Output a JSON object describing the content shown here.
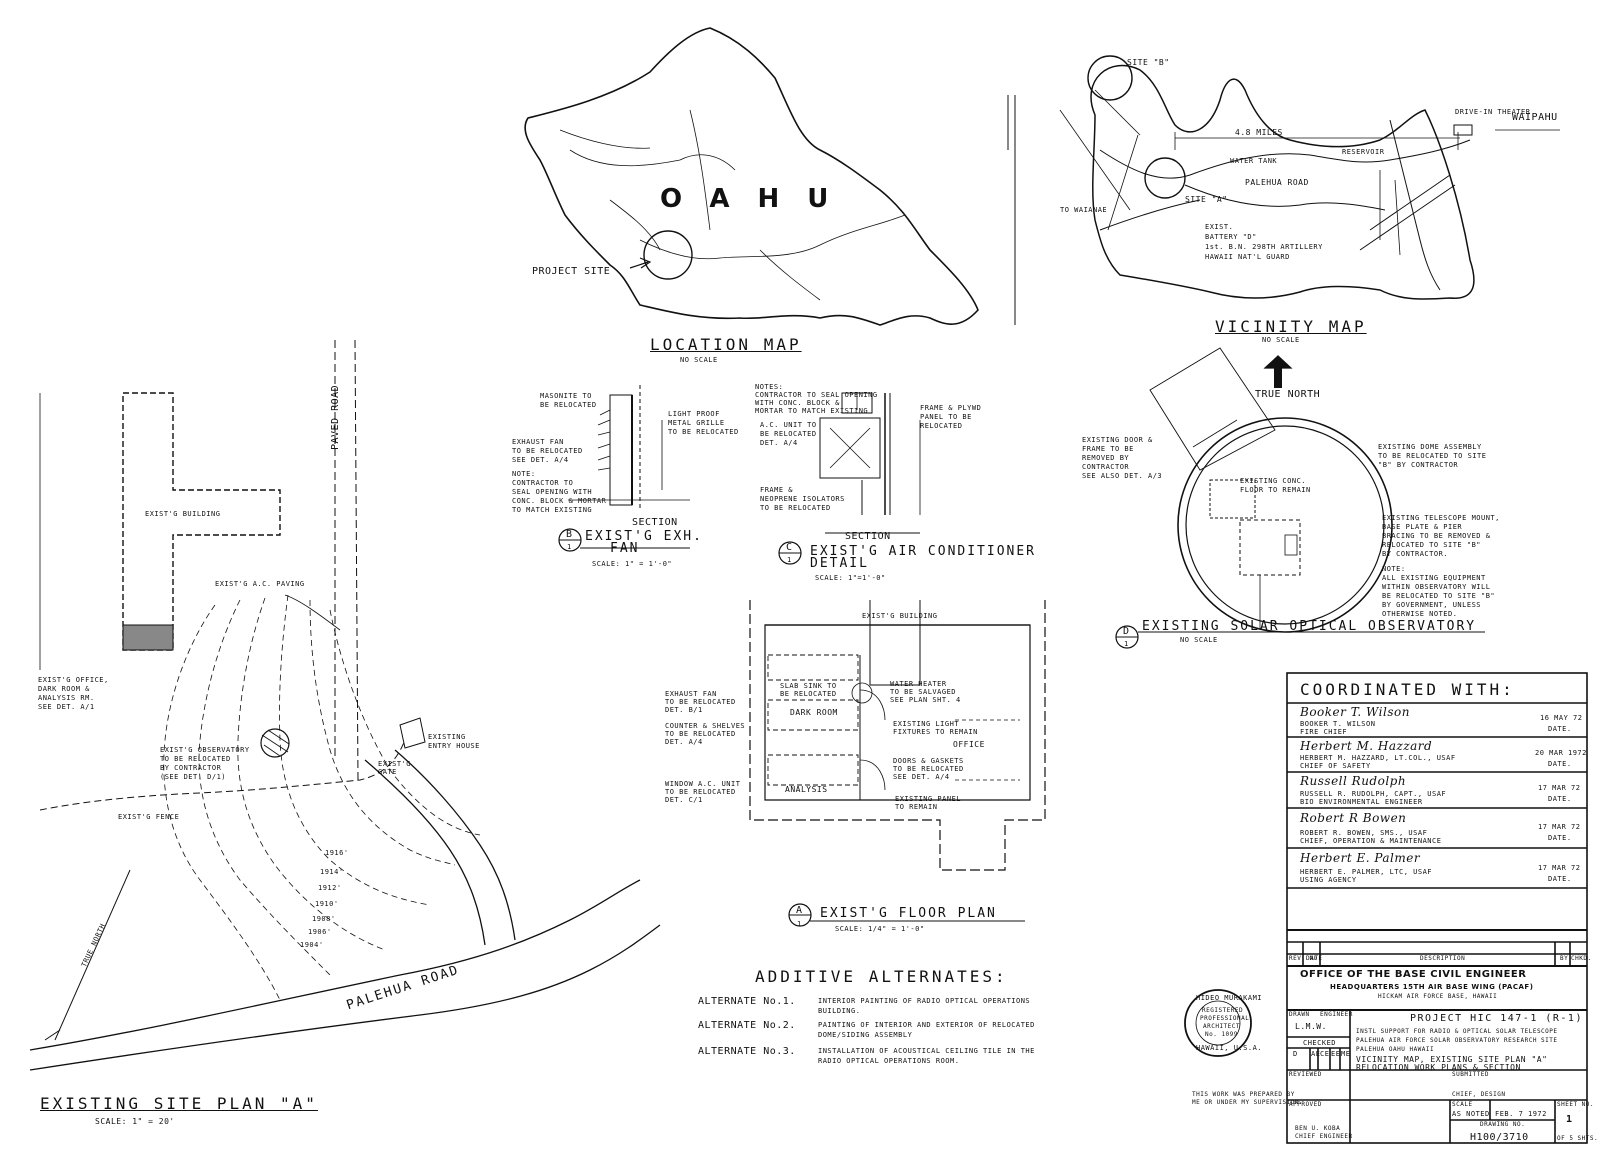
{
  "location_map": {
    "island": "OAHU",
    "title": "LOCATION MAP",
    "scale": "NO SCALE",
    "project_site": "PROJECT SITE"
  },
  "vicinity_map": {
    "title": "VICINITY MAP",
    "scale": "NO SCALE",
    "site_b_top": "SITE \"B\"",
    "site_b": "SITE \"B\"",
    "site_a": "SITE \"A\"",
    "distance": "4.8 MILES",
    "waipahu": "WAIPAHU",
    "palehua_road": "PALEHUA ROAD",
    "water_tank": "WATER TANK",
    "reservoir": "RESERVOIR",
    "drive_in": "DRIVE-IN THEATER",
    "to_waianae": "TO WAIANAE",
    "battery": [
      "EXIST.",
      "BATTERY \"D\"",
      "1st. B.N. 298TH ARTILLERY",
      "HAWAII NAT'L GUARD"
    ]
  },
  "north_arrow": "TRUE NORTH",
  "detail_b": {
    "notes_left": [
      "MASONITE TO",
      "BE RELOCATED"
    ],
    "grille": [
      "LIGHT PROOF",
      "METAL GRILLE",
      "TO BE RELOCATED"
    ],
    "fan": [
      "EXHAUST FAN",
      "TO BE RELOCATED",
      "SEE DET. A/4"
    ],
    "note": [
      "NOTE:",
      "CONTRACTOR TO",
      "SEAL OPENING WITH",
      "CONC. BLOCK & MORTAR",
      "TO MATCH EXISTING"
    ],
    "section": "SECTION",
    "letter": "B",
    "sheet": "1",
    "title": [
      "EXIST'G EXH.",
      "FAN"
    ],
    "scale": "SCALE: 1\" = 1'-0\""
  },
  "detail_c": {
    "notes": [
      "NOTES:",
      "CONTRACTOR TO SEAL OPENING",
      "WITH CONC. BLOCK &",
      "MORTAR TO MATCH EXISTING"
    ],
    "frame": [
      "FRAME & PLYWD",
      "PANEL TO BE",
      "RELOCATED"
    ],
    "ac_unit": [
      "A.C. UNIT TO",
      "BE RELOCATED",
      "DET. A/4"
    ],
    "isolators": [
      "FRAME &",
      "NEOPRENE ISOLATORS",
      "TO BE RELOCATED"
    ],
    "section": "SECTION",
    "letter": "C",
    "sheet": "1",
    "title": [
      "EXIST'G AIR CONDITIONER",
      "DETAIL"
    ],
    "scale": "SCALE: 1\"=1'-0\""
  },
  "detail_d": {
    "door": [
      "EXISTING DOOR &",
      "FRAME TO BE",
      "REMOVED BY",
      "CONTRACTOR",
      "SEE ALSO DET. A/3"
    ],
    "dome": [
      "EXISTING DOME ASSEMBLY",
      "TO BE RELOCATED TO SITE",
      "\"B\" BY CONTRACTOR"
    ],
    "floor": [
      "EXISTING CONC.",
      "FLOOR TO REMAIN"
    ],
    "telescope": [
      "EXISTING TELESCOPE MOUNT,",
      "BASE PLATE & PIER",
      "BRACING TO BE REMOVED &",
      "RELOCATED TO SITE \"B\"",
      "BY CONTRACTOR."
    ],
    "note": [
      "NOTE:",
      "ALL EXISTING EQUIPMENT",
      "WITHIN OBSERVATORY WILL",
      "BE RELOCATED TO SITE \"B\"",
      "BY GOVERNMENT, UNLESS",
      "OTHERWISE NOTED."
    ],
    "letter": "D",
    "sheet": "1",
    "title": "EXISTING SOLAR OPTICAL OBSERVATORY",
    "scale": "NO SCALE"
  },
  "detail_a": {
    "building": "EXIST'G BUILDING",
    "sink": [
      "SLAB SINK TO",
      "BE RELOCATED"
    ],
    "heater": [
      "WATER HEATER",
      "TO BE SALVAGED",
      "SEE PLAN SHT. 4"
    ],
    "fan": [
      "EXHAUST FAN",
      "TO BE RELOCATED",
      "DET. B/1"
    ],
    "counter": [
      "COUNTER & SHELVES",
      "TO BE RELOCATED",
      "DET. A/4"
    ],
    "dark_room": "DARK ROOM",
    "lights": [
      "EXISTING LIGHT",
      "FIXTURES TO REMAIN"
    ],
    "office": "OFFICE",
    "doors": [
      "DOORS & GASKETS",
      "TO BE RELOCATED",
      "SEE DET. A/4"
    ],
    "window_ac": [
      "WINDOW A.C. UNIT",
      "TO BE RELOCATED",
      "DET. C/1"
    ],
    "analysis": "ANALYSIS",
    "panel": [
      "EXISTING PANEL",
      "TO REMAIN"
    ],
    "letter": "A",
    "sheet": "1",
    "title": "EXIST'G FLOOR PLAN",
    "scale": "SCALE: 1/4\" = 1'-0\""
  },
  "site_plan": {
    "building": "EXIST'G BUILDING",
    "paving": "EXIST'G A.C. PAVING",
    "office": [
      "EXIST'G OFFICE,",
      "DARK ROOM &",
      "ANALYSIS RM.",
      "SEE DET. A/1"
    ],
    "observatory": [
      "EXIST'G OBSERVATORY",
      "TO BE RELOCATED",
      "BY CONTRACTOR",
      "(SEE DET. D/1)"
    ],
    "entry": [
      "EXISTING",
      "ENTRY HOUSE"
    ],
    "gate": [
      "EXIST'G",
      "GATE"
    ],
    "fence": "EXIST'G FENCE",
    "paved_road": "PAVED ROAD",
    "palehua_road": "PALEHUA ROAD",
    "true_north": "TRUE NORTH",
    "contours": [
      "1916'",
      "1914'",
      "1912'",
      "1910'",
      "1908'",
      "1906'",
      "1904'"
    ],
    "title": "EXISTING SITE PLAN \"A\"",
    "scale": "SCALE: 1\" = 20'"
  },
  "alternates": {
    "title": "ADDITIVE ALTERNATES:",
    "items": [
      {
        "label": "ALTERNATE No.1.",
        "text": [
          "INTERIOR PAINTING OF RADIO OPTICAL OPERATIONS",
          "BUILDING."
        ]
      },
      {
        "label": "ALTERNATE No.2.",
        "text": [
          "PAINTING OF INTERIOR AND EXTERIOR OF RELOCATED",
          "DOME/SIDING ASSEMBLY"
        ]
      },
      {
        "label": "ALTERNATE No.3.",
        "text": [
          "INSTALLATION OF ACOUSTICAL CEILING TILE IN THE",
          "RADIO OPTICAL OPERATIONS ROOM."
        ]
      }
    ]
  },
  "seal": {
    "name": "HIDEO MURAKAMI",
    "lines": [
      "REGISTERED",
      "PROFESSIONAL",
      "ARCHITECT",
      "No. 1099"
    ],
    "state": "HAWAII, U.S.A.",
    "note": [
      "THIS WORK WAS PREPARED BY",
      "ME OR UNDER MY SUPERVISION."
    ]
  },
  "title_block": {
    "coordinated": "COORDINATED WITH:",
    "date_label": "DATE.",
    "coord": [
      {
        "sig": "Booker T. Wilson",
        "name": "BOOKER T. WILSON",
        "role": "FIRE CHIEF",
        "date": "16 MAY 72"
      },
      {
        "sig": "Herbert M. Hazzard",
        "name": "HERBERT M. HAZZARD, LT.COL., USAF",
        "role": "CHIEF OF SAFETY",
        "date": "20 MAR 1972"
      },
      {
        "sig": "Russell Rudolph",
        "name": "RUSSELL R. RUDOLPH, CAPT., USAF",
        "role": "BIO ENVIRONMENTAL ENGINEER",
        "date": "17 MAR 72"
      },
      {
        "sig": "Robert R Bowen",
        "name": "ROBERT R. BOWEN, SMS., USAF",
        "role": "CHIEF, OPERATION & MAINTENANCE",
        "date": "17 MAR 72"
      },
      {
        "sig": "Herbert E. Palmer",
        "name": "HERBERT E. PALMER, LTC, USAF",
        "role": "USING AGENCY",
        "date": "17 MAR 72"
      }
    ],
    "rev_header": {
      "no": "REV. NO.",
      "date": "DATE",
      "description": "DESCRIPTION",
      "by": "BY",
      "chkd": "CHKD."
    },
    "office": "OFFICE OF THE BASE CIVIL ENGINEER",
    "hq": "HEADQUARTERS 15TH AIR BASE WING (PACAF)",
    "base": "HICKAM AIR FORCE BASE, HAWAII",
    "drawn_label": "DRAWN",
    "drawn": "L.M.W.",
    "engineer_label": "ENGINEER",
    "checked": "CHECKED",
    "disciplines": [
      "D",
      "AE",
      "CE",
      "EE",
      "ME"
    ],
    "project": "PROJECT HIC 147-1 (R-1)",
    "project_desc": [
      "INSTL SUPPORT FOR RADIO & OPTICAL SOLAR TELESCOPE",
      "PALEHUA AIR FORCE SOLAR OBSERVATORY RESEARCH SITE",
      "PALEHUA      OAHU      HAWAII"
    ],
    "drawing_title": [
      "VICINITY MAP, EXISTING SITE PLAN \"A\"",
      "RELOCATION WORK PLANS & SECTION"
    ],
    "reviewed": "REVIEWED",
    "submitted": "SUBMITTED",
    "chief_design": "CHIEF, DESIGN",
    "approved": "APPROVED",
    "chief_engineer": [
      "BEN U. KOBA",
      "CHIEF ENGINEER"
    ],
    "scale_label": "SCALE",
    "scale": "AS NOTED",
    "date_value": "FEB. 7 1972",
    "sheet_no_label": "SHEET NO.",
    "sheet": "1",
    "of": "OF 5 SHTS.",
    "drawing_no_label": "DRAWING NO.",
    "drawing_no": "H100/3710"
  }
}
